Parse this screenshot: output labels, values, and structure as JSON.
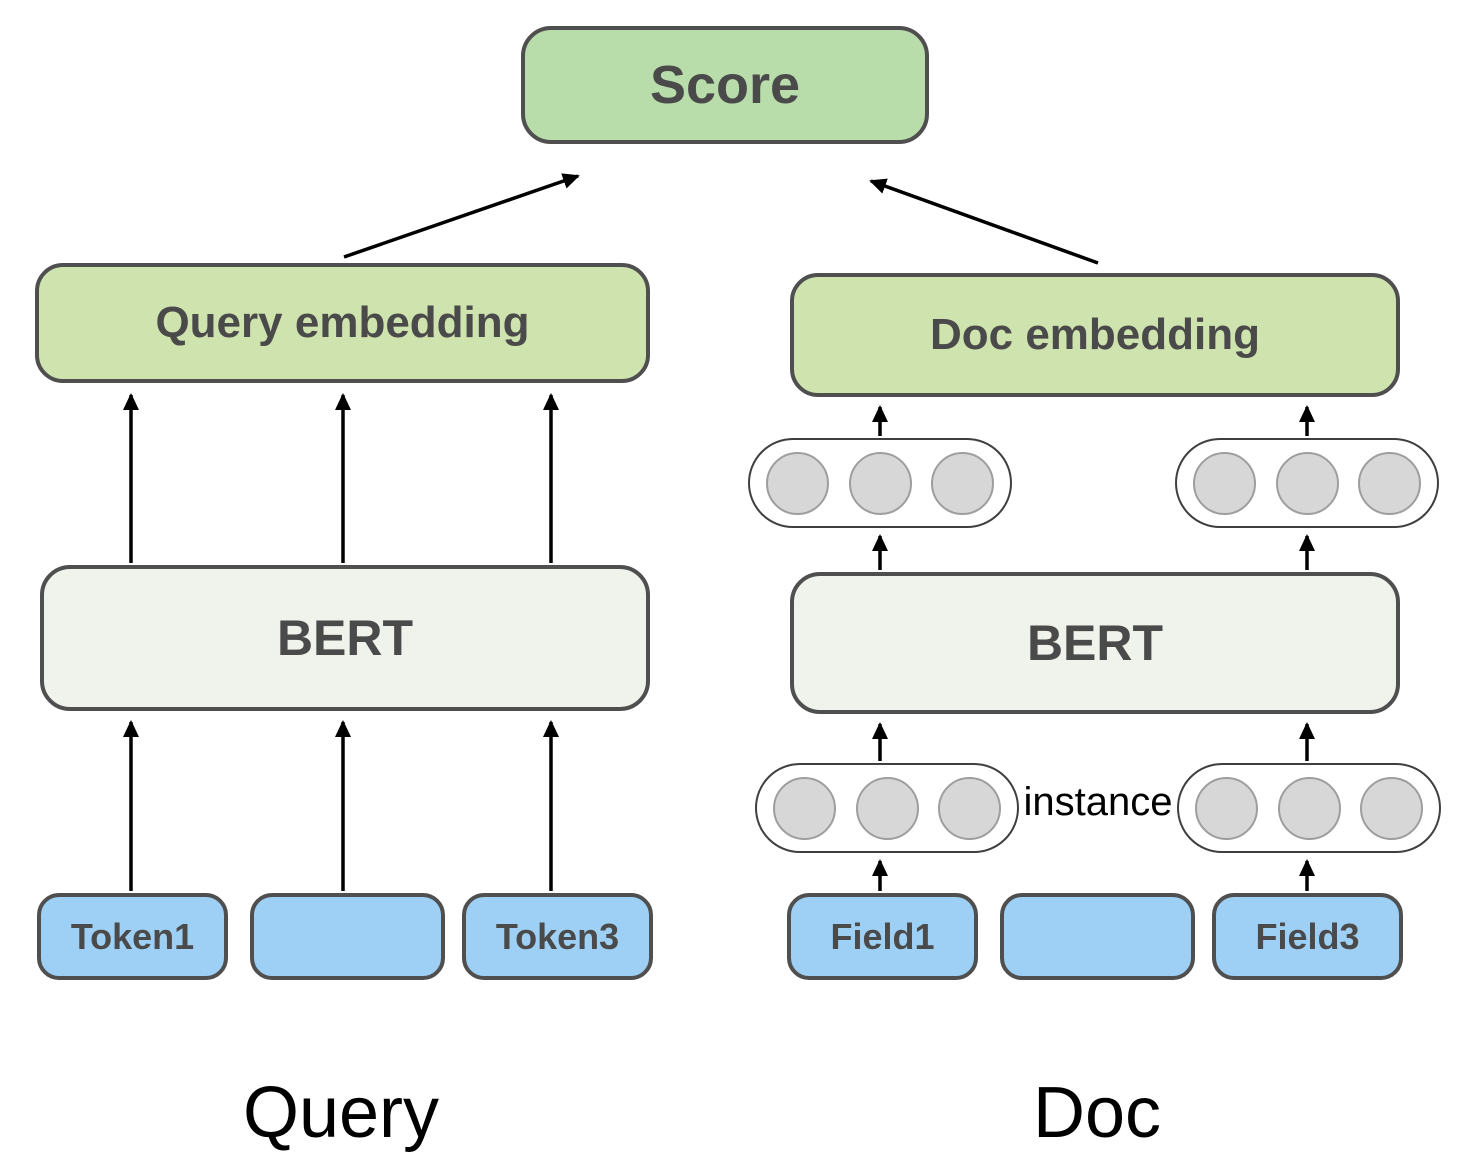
{
  "diagram": {
    "score_label": "Score",
    "query_tower": {
      "embedding_label": "Query embedding",
      "encoder_label": "BERT",
      "inputs": [
        "Token1",
        "",
        "Token3"
      ],
      "caption": "Query"
    },
    "doc_tower": {
      "embedding_label": "Doc embedding",
      "encoder_label": "BERT",
      "inputs": [
        "Field1",
        "",
        "Field3"
      ],
      "instance_label": "instance",
      "caption": "Doc"
    },
    "colors": {
      "score_fill": "#b9dcab",
      "embedding_fill": "#cfe3ae",
      "encoder_fill": "#eff3ec",
      "input_fill": "#9dd0f4",
      "vector_dot_fill": "#d7d7d7",
      "vector_dot_stroke": "#9e9e9e",
      "box_border": "#4f4f4f",
      "box_text": "#4a4a4a",
      "arrow": "#000000"
    }
  }
}
